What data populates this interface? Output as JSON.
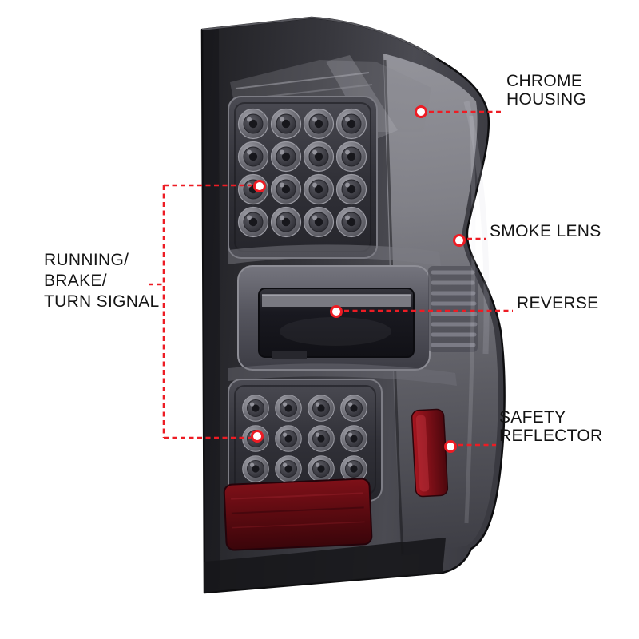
{
  "page": {
    "background_color": "#ffffff",
    "accent_color": "#ed1c24",
    "text_color": "#141414"
  },
  "product": {
    "name": "smoked LED tail light with chrome housing",
    "body_color": "#2e2e33",
    "smoke_lens_color": "#7a7a82",
    "reflector_red": "#6b0d13"
  },
  "callouts": {
    "chrome_housing": {
      "label_lines": [
        "CHROME",
        "HOUSING"
      ]
    },
    "smoke_lens": {
      "label_lines": [
        "SMOKE LENS"
      ]
    },
    "reverse": {
      "label_lines": [
        "REVERSE"
      ]
    },
    "safety_reflector": {
      "label_lines": [
        "SAFETY",
        "REFLECTOR"
      ]
    },
    "running_brake_turn_signal": {
      "label_lines": [
        "RUNNING/",
        "BRAKE/",
        "TURN SIGNAL"
      ]
    }
  }
}
